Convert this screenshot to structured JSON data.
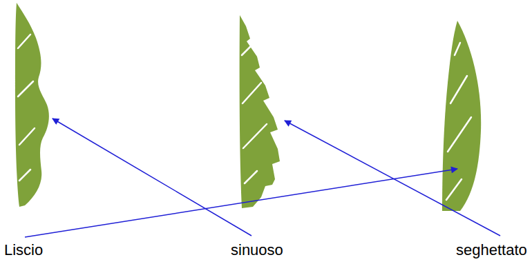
{
  "diagram": {
    "labels": [
      "Liscio",
      "sinuoso",
      "seghettato"
    ]
  }
}
